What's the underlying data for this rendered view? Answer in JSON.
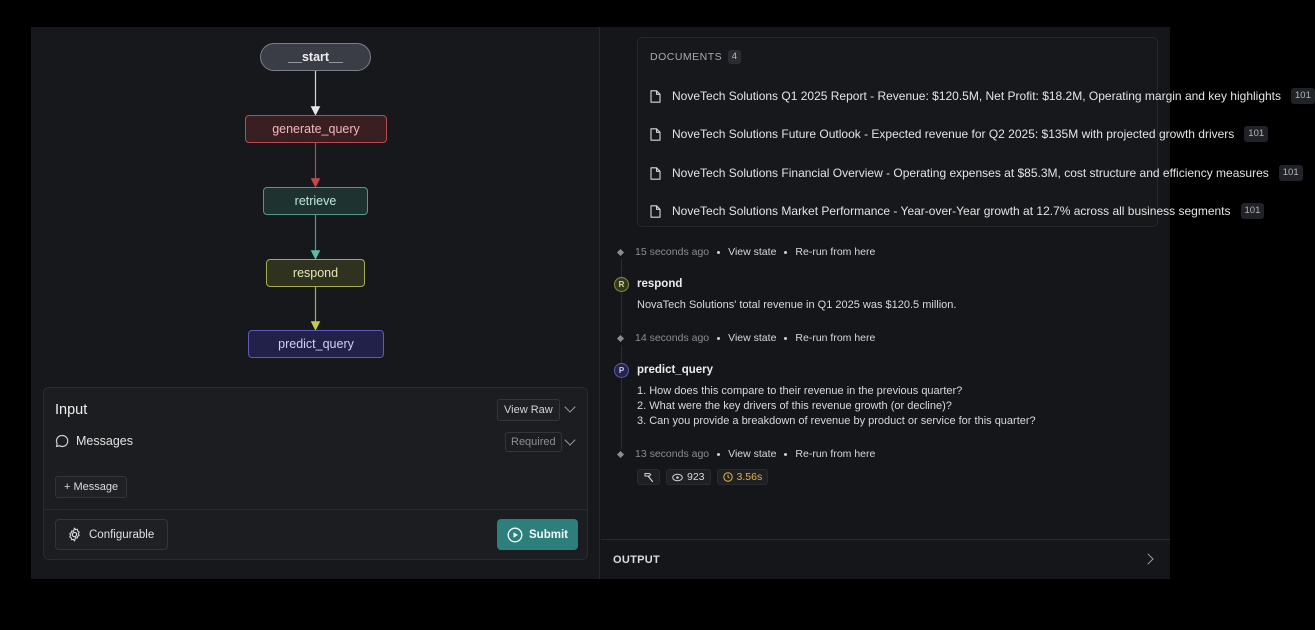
{
  "graph": {
    "nodes": [
      {
        "id": "start",
        "label": "__start__",
        "color": "#7b7f88"
      },
      {
        "id": "generate_query",
        "label": "generate_query",
        "color": "#b9494f"
      },
      {
        "id": "retrieve",
        "label": "retrieve",
        "color": "#4f9a8a"
      },
      {
        "id": "respond",
        "label": "respond",
        "color": "#a6ad4e"
      },
      {
        "id": "predict_query",
        "label": "predict_query",
        "color": "#5b5bc0"
      }
    ]
  },
  "input_panel": {
    "title": "Input",
    "view_raw_label": "View Raw",
    "messages_label": "Messages",
    "required_label": "Required",
    "add_message_label": "+ Message",
    "configurable_label": "Configurable",
    "submit_label": "Submit",
    "submit_color": "#2d7f7c"
  },
  "documents": {
    "header": "DOCUMENTS",
    "count": "4",
    "items": [
      {
        "text": "NoveTech Solutions Q1 2025 Report - Revenue: $120.5M, Net Profit: $18.2M, Operating margin and key highlights",
        "badge": "101"
      },
      {
        "text": "NoveTech Solutions Future Outlook - Expected revenue for Q2 2025: $135M with projected growth drivers",
        "badge": "101"
      },
      {
        "text": "NoveTech Solutions Financial Overview - Operating expenses at $85.3M, cost structure and efficiency measures",
        "badge": "101"
      },
      {
        "text": "NoveTech Solutions Market Performance - Year-over-Year growth at 12.7% across all business segments",
        "badge": "101"
      }
    ]
  },
  "timeline": {
    "meta_1": {
      "time": "15 seconds ago",
      "view_state": "View state",
      "rerun": "Re-run from here"
    },
    "respond": {
      "badge": "R",
      "title": "respond",
      "body": "NovaTech Solutions' total revenue in Q1 2025 was $120.5 million."
    },
    "meta_2": {
      "time": "14 seconds ago",
      "view_state": "View state",
      "rerun": "Re-run from here"
    },
    "predict": {
      "badge": "P",
      "title": "predict_query",
      "lines": [
        "1. How does this compare to their revenue in the previous quarter?",
        "2. What were the key drivers of this revenue growth (or decline)?",
        "3. Can you provide a breakdown of revenue by product or service for this quarter?"
      ]
    },
    "meta_3": {
      "time": "13 seconds ago",
      "view_state": "View state",
      "rerun": "Re-run from here"
    },
    "stats": {
      "tokens": "923",
      "duration": "3.56s",
      "warn_color": "#e5b441"
    }
  },
  "output": {
    "label": "OUTPUT"
  }
}
